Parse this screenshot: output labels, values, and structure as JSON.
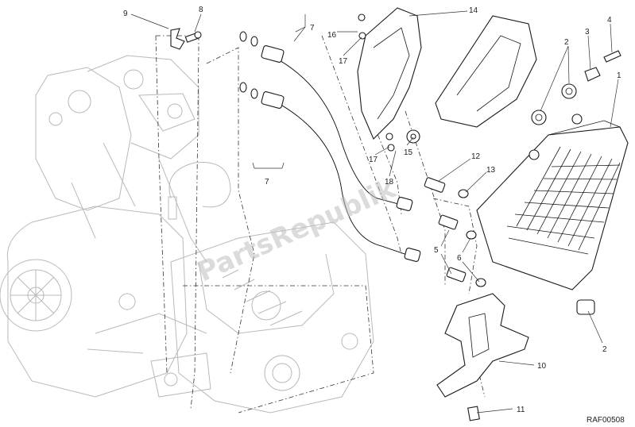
{
  "diagram": {
    "reference_code": "RAF00508",
    "watermark": "PartsRepublik",
    "callouts": [
      "1",
      "2",
      "2",
      "3",
      "4",
      "5",
      "6",
      "7",
      "7",
      "8",
      "9",
      "10",
      "11",
      "12",
      "13",
      "14",
      "15",
      "16",
      "17",
      "17",
      "18"
    ]
  }
}
